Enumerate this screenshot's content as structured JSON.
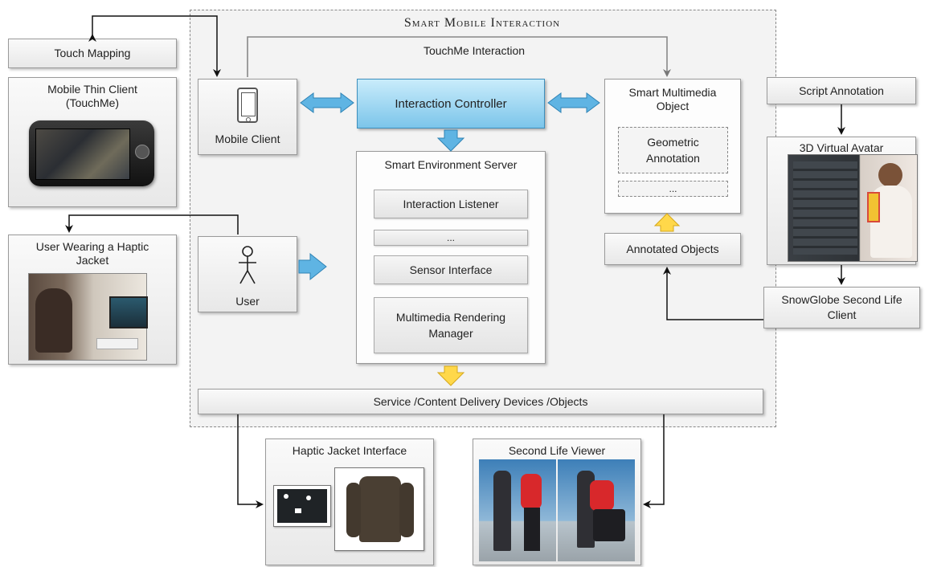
{
  "title": "Smart Mobile Interaction",
  "touchme_label": "TouchMe Interaction",
  "touch_mapping": "Touch Mapping",
  "thin_client": {
    "line1": "Mobile Thin Client",
    "line2": "(TouchMe)"
  },
  "haptic_user": {
    "line1": "User Wearing a Haptic",
    "line2": "Jacket"
  },
  "mobile_client": "Mobile Client",
  "user": "User",
  "interaction_controller": "Interaction Controller",
  "server": {
    "title": "Smart Environment Server",
    "items": [
      "Interaction Listener",
      "...",
      "Sensor Interface"
    ],
    "rendering": {
      "line1": "Multimedia Rendering",
      "line2": "Manager"
    }
  },
  "smart_object": {
    "line1": "Smart Multimedia",
    "line2": "Object",
    "geo1": "Geometric",
    "geo2": "Annotation",
    "ellipsis": "..."
  },
  "annotated_objects": "Annotated Objects",
  "delivery": "Service /Content Delivery Devices /Objects",
  "script_annotation": "Script Annotation",
  "avatar": "3D Virtual Avatar",
  "snowglobe": {
    "line1": "SnowGlobe Second Life",
    "line2": "Client"
  },
  "haptic_interface": "Haptic Jacket Interface",
  "sl_viewer": "Second Life Viewer",
  "colors": {
    "blue_arrow": "#5fb4e3",
    "yellow_arrow": "#ffd84a",
    "controller": "#7cc5ea"
  }
}
